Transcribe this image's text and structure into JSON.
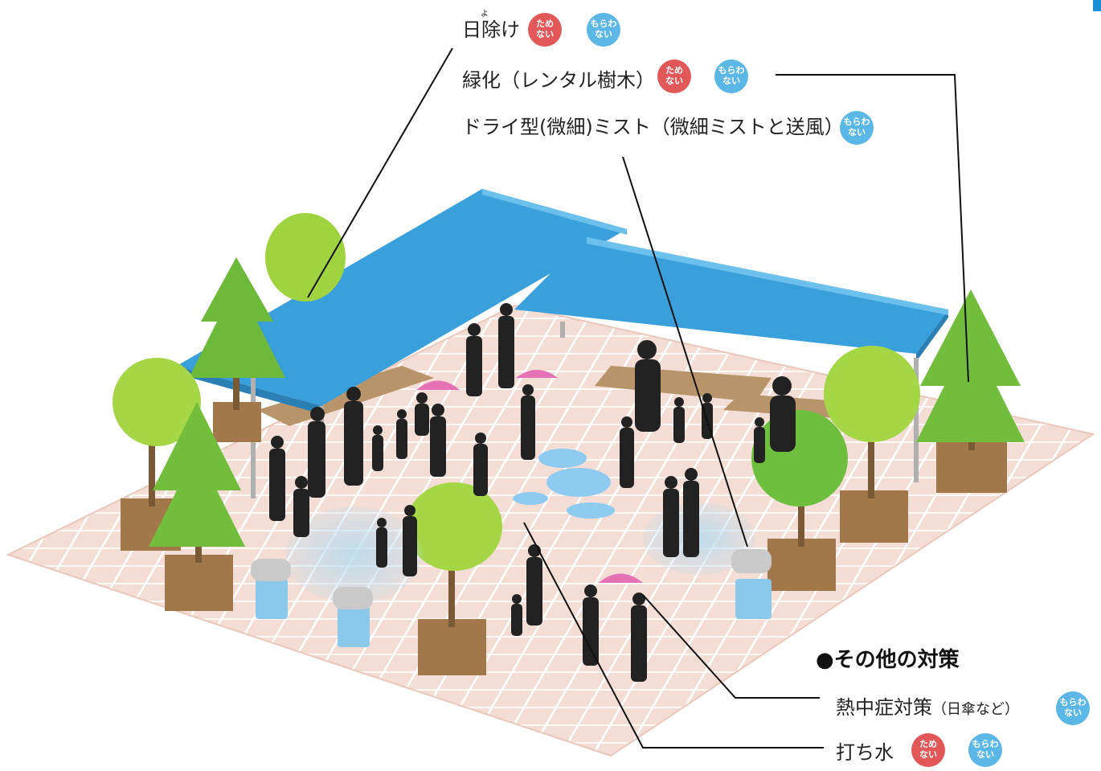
{
  "labels": {
    "shade": "日除け",
    "shade_ruby": "よ",
    "greening": "緑化（レンタル樹木）",
    "mist": "ドライ型(微細)ミスト（微細ミストと送風）",
    "heatstroke": "熱中症対策",
    "heatstroke_note": "（日傘など）",
    "watering": "打ち水"
  },
  "badges": {
    "tamenai_line1": "ため",
    "tamenai_line2": "ない",
    "morawanai_line1": "もらわ",
    "morawanai_line2": "ない"
  },
  "section": {
    "other_measures": "●その他の対策"
  },
  "colors": {
    "tamenai": "#e25757",
    "morawanai": "#5bb7e6",
    "canopy": "#3aa0dc",
    "tile": "#f1d8d0",
    "tree": "#7cc23a",
    "planter": "#a2774a"
  }
}
